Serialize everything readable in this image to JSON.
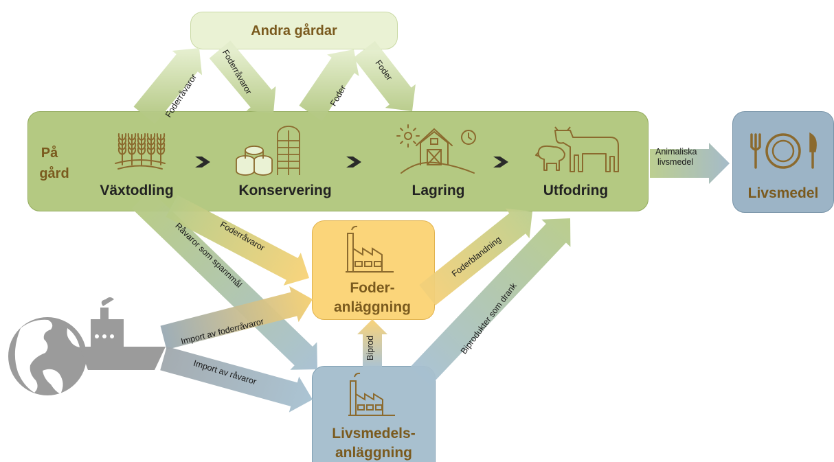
{
  "nodes": {
    "andra_gardar": "Andra gårdar",
    "pa_gard_line1": "På",
    "pa_gard_line2": "gård",
    "vaxtodling": "Växtodling",
    "konservering": "Konservering",
    "lagring": "Lagring",
    "utfodring": "Utfodring",
    "foder_line1": "Foder-",
    "foder_line2": "anläggning",
    "livsmedelsanl_line1": "Livsmedels-",
    "livsmedelsanl_line2": "anläggning",
    "livsmedel": "Livsmedel"
  },
  "flows": {
    "foderravaror_up": "Foderråvaror",
    "foderravaror_down": "Foderråvaror",
    "foder_up": "Foder",
    "foder_down": "Foder",
    "animaliska_line1": "Animaliska",
    "animaliska_line2": "livsmedel",
    "ravaror_spannmal": "Råvaror som spannmål",
    "foderravaror_factory": "Foderråvaror",
    "foderblandning": "Foderblandning",
    "import_foderravaror": "Import av foderråvaror",
    "import_ravaror": "Import av råvaror",
    "biprod": "Biprod",
    "biprodukter_drank": "Biprodukter som drank"
  },
  "icons": [
    "wheat-icon",
    "silo-bales-icon",
    "barn-icon",
    "livestock-icon",
    "factory-icon",
    "globe-icon",
    "ship-icon",
    "plate-cutlery-icon",
    "chevron-icon"
  ],
  "colors": {
    "farm_green": "#b4c982",
    "other_farms": "#eaf2d4",
    "feed_plant": "#fbd57a",
    "food_plant": "#a8c0cf",
    "food": "#9cb4c6",
    "label_brown": "#7a5a1e",
    "icon_brown": "#8b6a2e"
  }
}
